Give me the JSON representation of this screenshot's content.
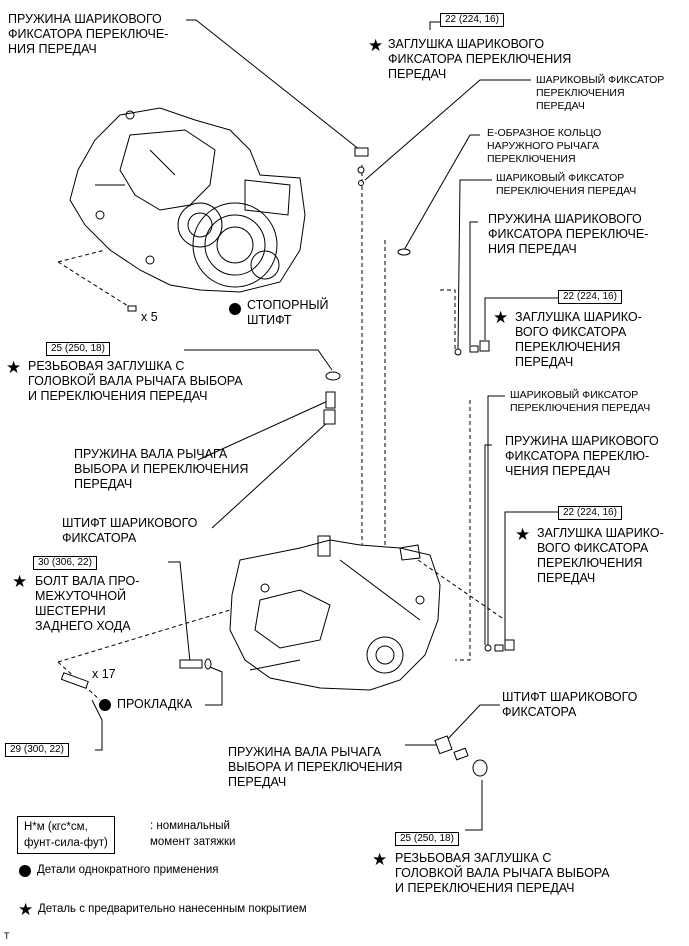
{
  "labels": {
    "spring_top_left": [
      "ПРУЖИНА ШАРИКОВОГО",
      "ФИКСАТОРА ПЕРЕКЛЮЧЕ-",
      "НИЯ ПЕРЕДАЧ"
    ],
    "plug_top": [
      "ЗАГЛУШКА ШАРИКОВОГО",
      "ФИКСАТОРА ПЕРЕКЛЮЧЕНИЯ",
      "ПЕРЕДАЧ"
    ],
    "ball_detent_1": [
      "ШАРИКОВЫЙ ФИКСАТОР",
      "ПЕРЕКЛЮЧЕНИЯ",
      "ПЕРЕДАЧ"
    ],
    "e_ring": [
      "Е-ОБРАЗНОЕ КОЛЬЦО",
      "НАРУЖНОГО РЫЧАГА",
      "ПЕРЕКЛЮЧЕНИЯ"
    ],
    "ball_detent_2": [
      "ШАРИКОВЫЙ ФИКСАТОР",
      "ПЕРЕКЛЮЧЕНИЯ ПЕРЕДАЧ"
    ],
    "spring_right_1": [
      "ПРУЖИНА ШАРИКОВОГО",
      "ФИКСАТОРА ПЕРЕКЛЮЧЕ-",
      "НИЯ ПЕРЕДАЧ"
    ],
    "plug_right_1": [
      "ЗАГЛУШКА ШАРИКО-",
      "ВОГО ФИКСАТОРА",
      "ПЕРЕКЛЮЧЕНИЯ",
      "ПЕРЕДАЧ"
    ],
    "ball_detent_3": [
      "ШАРИКОВЫЙ ФИКСАТОР",
      "ПЕРЕКЛЮЧЕНИЯ ПЕРЕДАЧ"
    ],
    "spring_right_2": [
      "ПРУЖИНА ШАРИКОВОГО",
      "ФИКСАТОРА ПЕРЕКЛЮ-",
      "ЧЕНИЯ ПЕРЕДАЧ"
    ],
    "plug_right_2": [
      "ЗАГЛУШКА ШАРИКО-",
      "ВОГО ФИКСАТОРА",
      "ПЕРЕКЛЮЧЕНИЯ",
      "ПЕРЕДАЧ"
    ],
    "stop_pin": [
      "СТОПОРНЫЙ",
      "ШТИФТ"
    ],
    "threaded_plug_left": [
      "РЕЗЬБОВАЯ ЗАГЛУШКА С",
      "ГОЛОВКОЙ ВАЛА РЫЧАГА ВЫБОРА",
      "И ПЕРЕКЛЮЧЕНИЯ ПЕРЕДАЧ"
    ],
    "shaft_spring_left": [
      "ПРУЖИНА ВАЛА РЫЧАГА",
      "ВЫБОРА И ПЕРЕКЛЮЧЕНИЯ",
      "ПЕРЕДАЧ"
    ],
    "detent_pin_left": [
      "ШТИФТ ШАРИКОВОГО",
      "ФИКСАТОРА"
    ],
    "idler_bolt": [
      "БОЛТ ВАЛА ПРО-",
      "МЕЖУТОЧНОЙ",
      "ШЕСТЕРНИ",
      "ЗАДНЕГО ХОДА"
    ],
    "gasket": "ПРОКЛАДКА",
    "detent_pin_right": [
      "ШТИФТ ШАРИКОВОГО",
      "ФИКСАТОРА"
    ],
    "shaft_spring_right": [
      "ПРУЖИНА ВАЛА РЫЧАГА",
      "ВЫБОРА И ПЕРЕКЛЮЧЕНИЯ",
      "ПЕРЕДАЧ"
    ],
    "threaded_plug_right": [
      "РЕЗЬБОВАЯ ЗАГЛУШКА С",
      "ГОЛОВКОЙ ВАЛА РЫЧАГА ВЫБОРА",
      "И ПЕРЕКЛЮЧЕНИЯ ПЕРЕДАЧ"
    ]
  },
  "torques": {
    "plug_top": "22 (224, 16)",
    "plug_right_1": "22 (224, 16)",
    "plug_right_2": "22 (224, 16)",
    "threaded_plug_left": "25 (250, 18)",
    "idler_bolt": "30 (306, 22)",
    "housing_bolt": "29 (300, 22)",
    "threaded_plug_right": "25 (250, 18)"
  },
  "quantities": {
    "pins": "x 5",
    "bolts": "x 17"
  },
  "legend": {
    "unit_box": [
      "Н*м (кгс*см,",
      "фунт-сила-фут)"
    ],
    "unit_text": [
      ": номинальный",
      "момент затяжки"
    ],
    "dot_text": "Детали однократного применения",
    "star_text": "Деталь с предварительно нанесенным покрытием"
  },
  "corner_mark": "T"
}
